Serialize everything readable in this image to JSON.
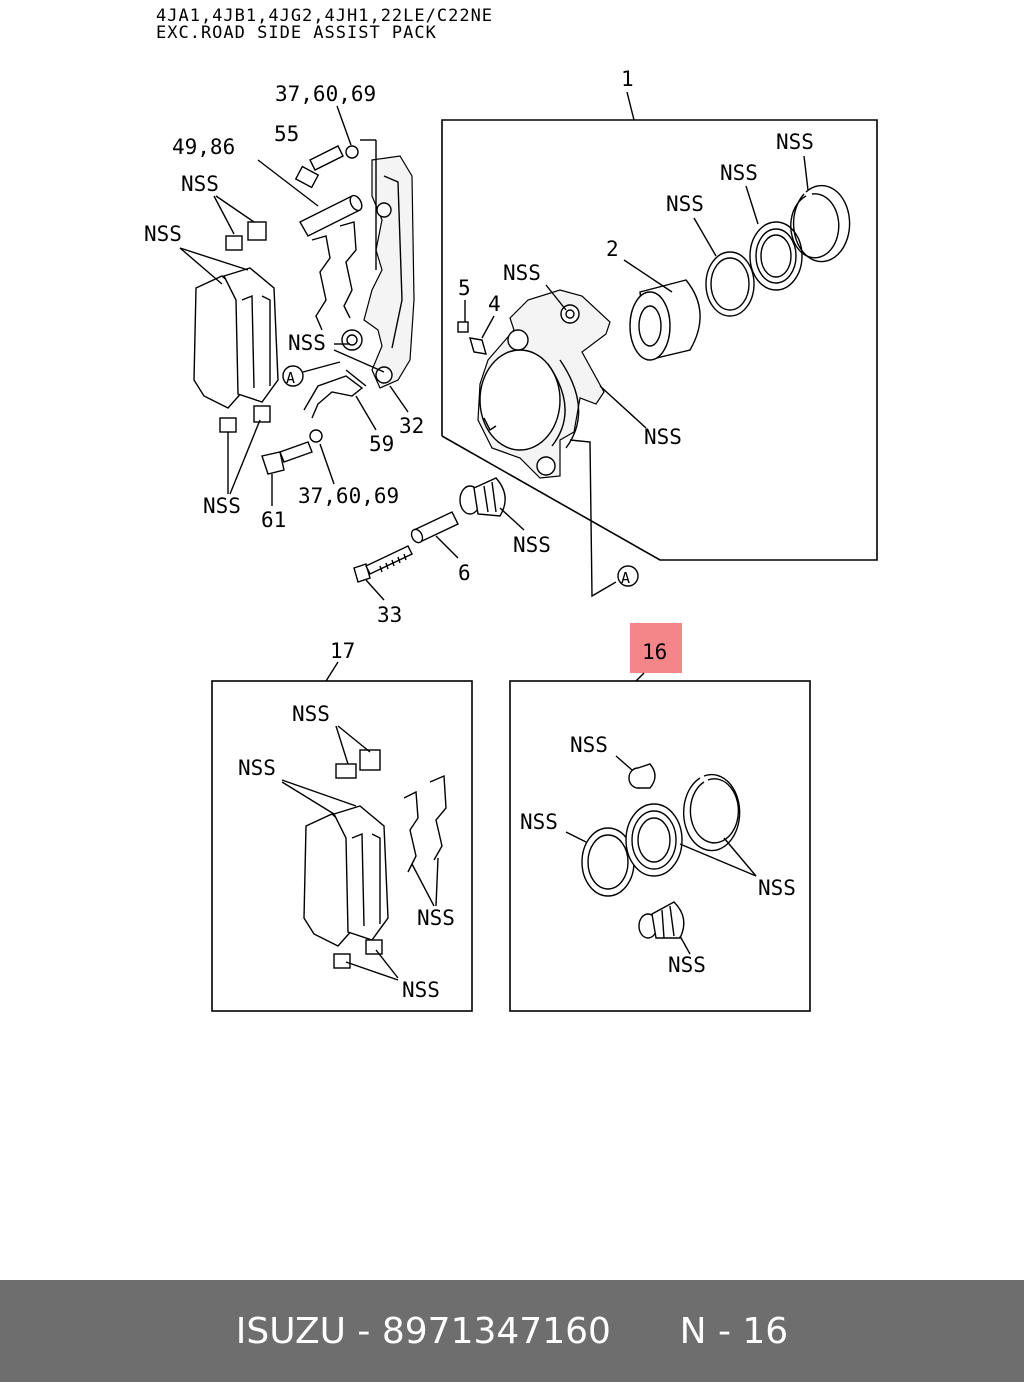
{
  "header": {
    "line1": "4JA1,4JB1,4JG2,4JH1,22LE/C22NE",
    "line2": "EXC.ROAD SIDE ASSIST PACK"
  },
  "callouts": {
    "c1": "1",
    "c2": "2",
    "c4": "4",
    "c5": "5",
    "c6": "6",
    "c16": "16",
    "c17": "17",
    "c32": "32",
    "c33": "33",
    "c55": "55",
    "c59": "59",
    "c61": "61",
    "c4986": "49,86",
    "c376069_top": "37,60,69",
    "c376069_bottom": "37,60,69",
    "ref_a": "A",
    "nss": "NSS"
  },
  "highlight_color": "#f4868a",
  "footer": {
    "brand": "ISUZU",
    "part_number": "8971347160",
    "page": "N - 16"
  }
}
